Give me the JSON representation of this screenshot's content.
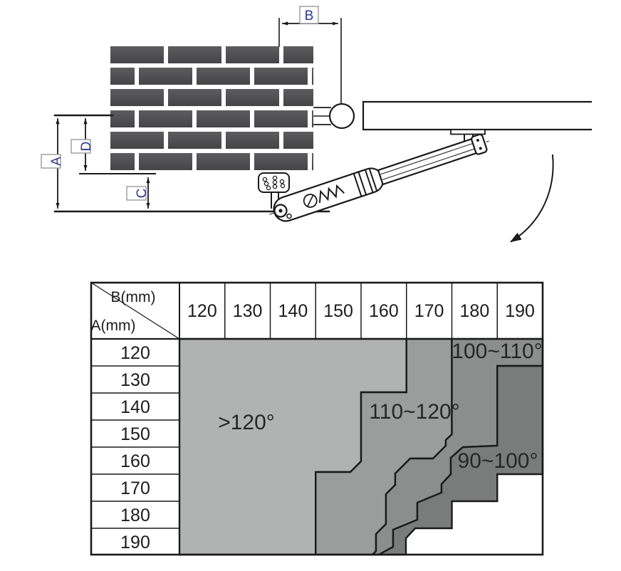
{
  "figure": {
    "dimension_labels": {
      "a": "A",
      "b": "B",
      "c": "C",
      "d": "D"
    }
  },
  "table": {
    "corner_top": "B(mm)",
    "corner_bottom": "A(mm)",
    "col_headers": [
      "120",
      "130",
      "140",
      "150",
      "160",
      "170",
      "180",
      "190"
    ],
    "row_headers": [
      "120",
      "130",
      "140",
      "150",
      "160",
      "170",
      "180",
      "190"
    ],
    "region_labels": {
      "gt120": ">120°",
      "r110_120": "110~120°",
      "r100_110": "100~110°",
      "r90_100": "90~100°"
    },
    "cells": [
      [
        "gt120",
        "gt120",
        "gt120",
        "gt120",
        "gt120",
        "r110_120",
        "r100_110",
        "r100_110"
      ],
      [
        "gt120",
        "gt120",
        "gt120",
        "gt120",
        "gt120",
        "r110_120",
        "r100_110",
        "r90_100"
      ],
      [
        "gt120",
        "gt120",
        "gt120",
        "gt120",
        "r110_120",
        "r110_120",
        "r100_110",
        "r90_100"
      ],
      [
        "gt120",
        "gt120",
        "gt120",
        "gt120",
        "r110_120",
        "r110_120",
        "r100_110",
        "r90_100"
      ],
      [
        "gt120",
        "gt120",
        "gt120",
        "gt120",
        "r110_120",
        "r110_120",
        "r90_100",
        "r90_100"
      ],
      [
        "gt120",
        "gt120",
        "gt120",
        "r110_120",
        "r110_120",
        "r90_100",
        "r90_100",
        "blank"
      ],
      [
        "gt120",
        "gt120",
        "gt120",
        "r110_120",
        "r90_100",
        "r90_100",
        "blank",
        "blank"
      ],
      [
        "gt120",
        "gt120",
        "gt120",
        "r110_120",
        "r90_100",
        "blank",
        "blank",
        "blank"
      ]
    ]
  },
  "colors": {
    "region_gt120": "#b1b3b2",
    "region_110_120": "#9b9d9c",
    "region_100_110": "#8c8e8d",
    "region_90_100": "#7a7c7b",
    "region_blank": "#ffffff",
    "brick_top": "#5d5d60",
    "brick_bottom": "#454548",
    "line": "#1a1a1a",
    "dim_letter": "#2b3a8e",
    "label_box_border": "#9a9a9a"
  },
  "chart_data": {
    "type": "heatmap",
    "title": "Gate opening angle by mounting dimensions",
    "xlabel": "B(mm)",
    "ylabel": "A(mm)",
    "x": [
      120,
      130,
      140,
      150,
      160,
      170,
      180,
      190
    ],
    "y": [
      120,
      130,
      140,
      150,
      160,
      170,
      180,
      190
    ],
    "legend_entries": [
      ">120°",
      "110~120°",
      "100~110°",
      "90~100°"
    ],
    "matrix": [
      [
        ">120°",
        ">120°",
        ">120°",
        ">120°",
        ">120°",
        "110~120°",
        "100~110°",
        "100~110°"
      ],
      [
        ">120°",
        ">120°",
        ">120°",
        ">120°",
        ">120°",
        "110~120°",
        "100~110°",
        "90~100°"
      ],
      [
        ">120°",
        ">120°",
        ">120°",
        ">120°",
        "110~120°",
        "110~120°",
        "100~110°",
        "90~100°"
      ],
      [
        ">120°",
        ">120°",
        ">120°",
        ">120°",
        "110~120°",
        "110~120°",
        "100~110°",
        "90~100°"
      ],
      [
        ">120°",
        ">120°",
        ">120°",
        ">120°",
        "110~120°",
        "110~120°",
        "90~100°",
        "90~100°"
      ],
      [
        ">120°",
        ">120°",
        ">120°",
        "110~120°",
        "110~120°",
        "90~100°",
        "90~100°",
        ""
      ],
      [
        ">120°",
        ">120°",
        ">120°",
        "110~120°",
        "90~100°",
        "90~100°",
        "",
        ""
      ],
      [
        ">120°",
        ">120°",
        ">120°",
        "110~120°",
        "90~100°",
        "",
        "",
        ""
      ]
    ]
  }
}
